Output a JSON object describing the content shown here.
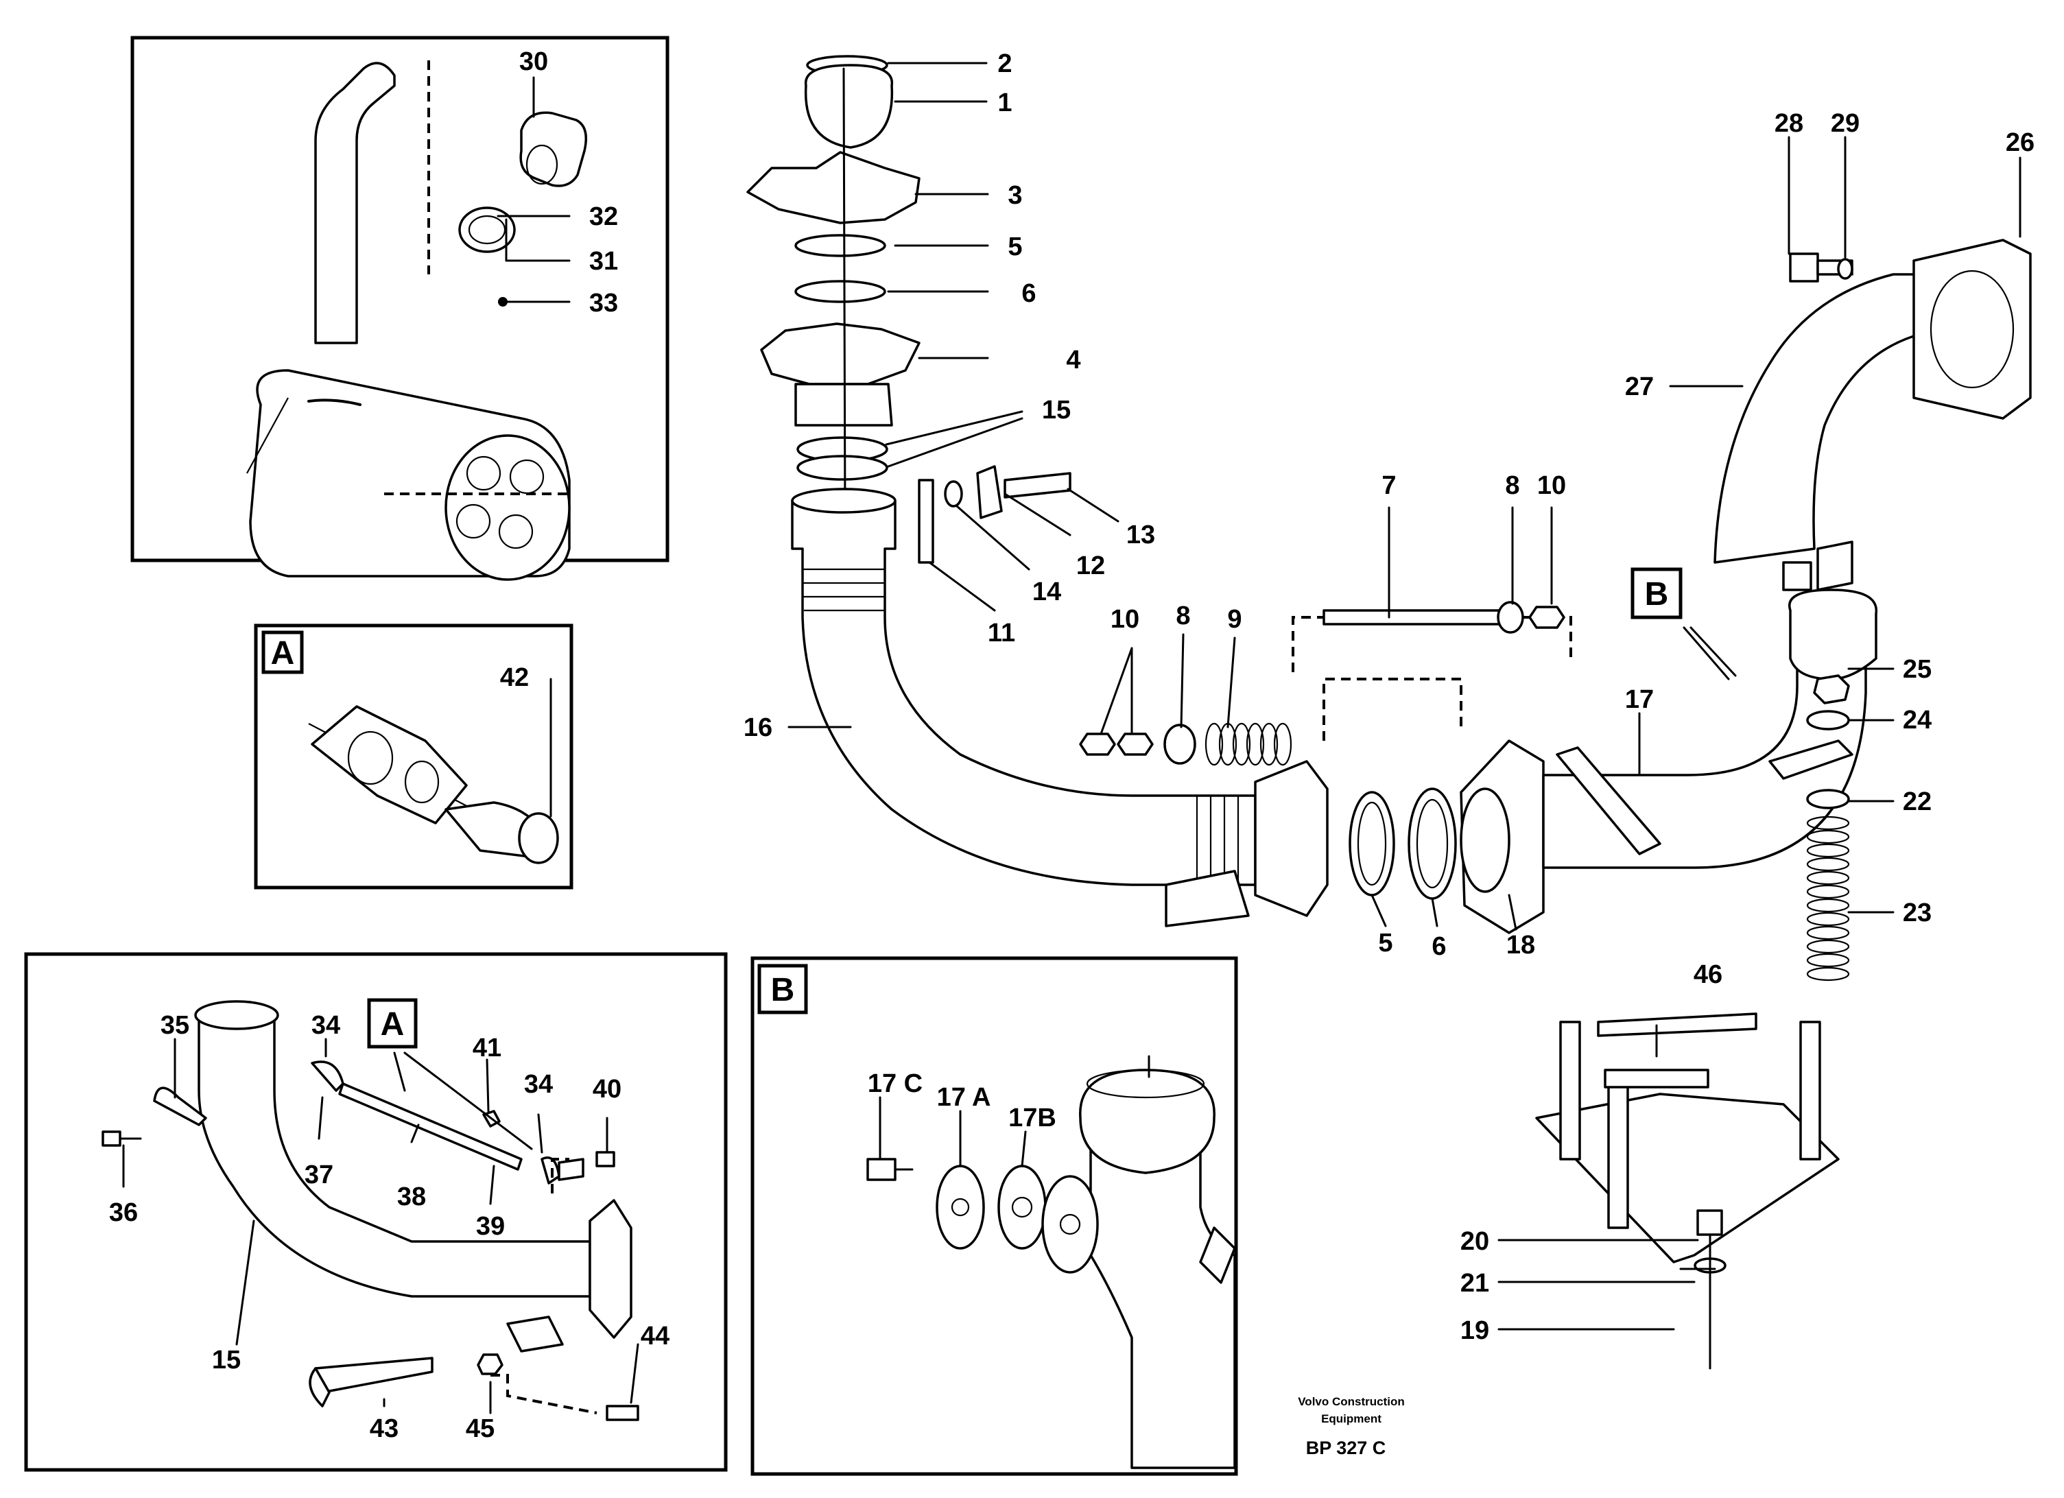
{
  "labels": {
    "p1": "1",
    "p2": "2",
    "p3": "3",
    "p4": "4",
    "p5": "5",
    "p6": "6",
    "p7": "7",
    "p8": "8",
    "p9": "9",
    "p10": "10",
    "p11": "11",
    "p12": "12",
    "p13": "13",
    "p14": "14",
    "p15": "15",
    "p16": "16",
    "p17": "17",
    "p18": "18",
    "p19": "19",
    "p20": "20",
    "p21": "21",
    "p22": "22",
    "p23": "23",
    "p24": "24",
    "p25": "25",
    "p26": "26",
    "p27": "27",
    "p28": "28",
    "p29": "29",
    "p30": "30",
    "p31": "31",
    "p32": "32",
    "p33": "33",
    "p34": "34",
    "p35": "35",
    "p36": "36",
    "p37": "37",
    "p38": "38",
    "p39": "39",
    "p40": "40",
    "p41": "41",
    "p42": "42",
    "p43": "43",
    "p44": "44",
    "p45": "45",
    "p46": "46",
    "p17a": "17 A",
    "p17b": "17B",
    "p17c": "17 C"
  },
  "detail_views": {
    "a": "A",
    "b": "B"
  },
  "footer": {
    "company_line1": "Volvo Construction",
    "company_line2": "Equipment",
    "drawing_code": "BP 327 C"
  }
}
